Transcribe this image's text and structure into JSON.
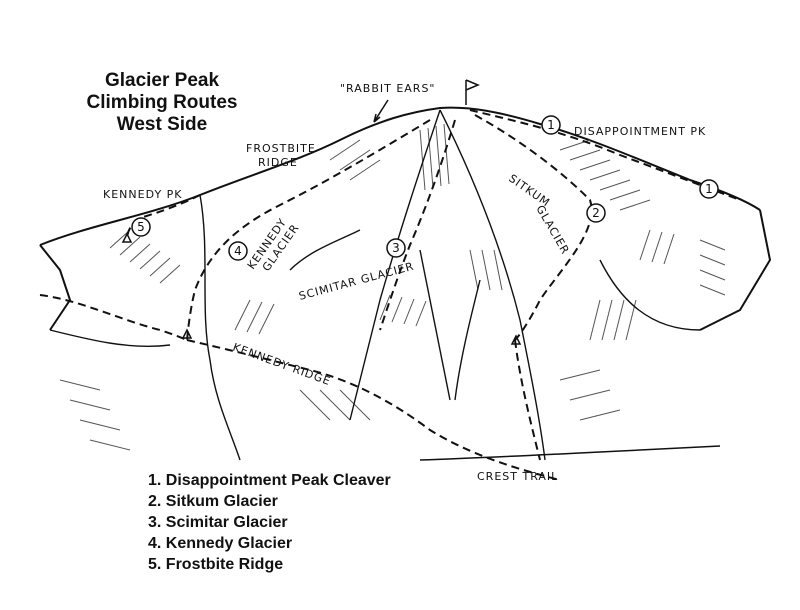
{
  "title": {
    "line1": "Glacier Peak",
    "line2": "Climbing Routes",
    "line3": "West Side"
  },
  "map_labels": {
    "rabbit_ears": "\"RABBIT EARS\"",
    "disappointment_pk": "DISAPPOINTMENT PK",
    "frostbite": "FROSTBITE",
    "ridge": "RIDGE",
    "kennedy_pk": "KENNEDY PK",
    "sitkum": "SITKUM",
    "sitkum_glacier": "GLACIER",
    "kennedy": "KENNEDY",
    "kennedy_glacier": "GLACIER",
    "scimitar_glacier": "SCIMITAR GLACIER",
    "kennedy_ridge": "KENNEDY RIDGE",
    "crest_trail": "CREST TRAIL"
  },
  "route_markers": [
    "1",
    "1",
    "2",
    "3",
    "4",
    "5"
  ],
  "legend": [
    "1. Disappointment Peak Cleaver",
    "2. Sitkum Glacier",
    "3. Scimitar Glacier",
    "4. Kennedy Glacier",
    "5. Frostbite Ridge"
  ],
  "colors": {
    "ink": "#111111",
    "paper": "#ffffff",
    "shade": "#555555"
  }
}
